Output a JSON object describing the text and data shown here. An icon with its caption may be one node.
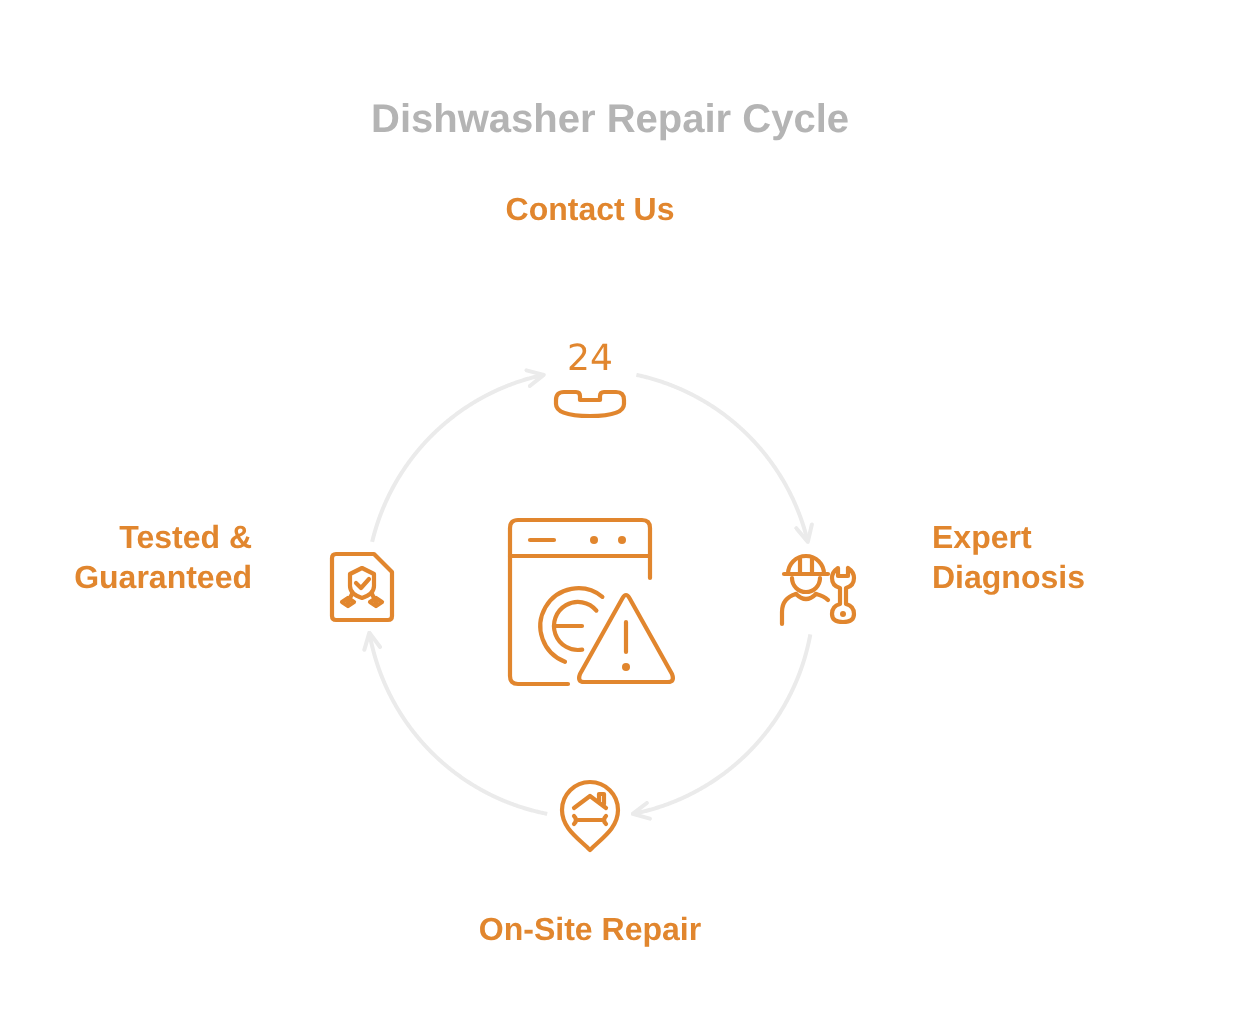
{
  "diagram": {
    "title": "Dishwasher Repair Cycle",
    "nodes": [
      {
        "text": [
          "24"
        ]
      },
      {
        "text": [],
        "shape": "picture",
        "beside": [
          "Expert Diagnosis"
        ]
      },
      {
        "text": [],
        "shape": "picture",
        "beside": [
          "On-Site Repair"
        ]
      },
      {
        "text": [],
        "shape": "picture",
        "beside": [
          "Tested & Guaranteed"
        ]
      },
      {
        "text": [],
        "shape": "picture"
      }
    ],
    "edges": [
      {
        "from": 0,
        "to": 1,
        "arrow": "to"
      },
      {
        "from": 1,
        "to": 2,
        "arrow": "to"
      },
      {
        "from": 2,
        "to": 3,
        "arrow": "to"
      },
      {
        "from": 3,
        "to": 0,
        "arrow": "to"
      }
    ],
    "labels": [
      "Contact Us"
    ]
  }
}
